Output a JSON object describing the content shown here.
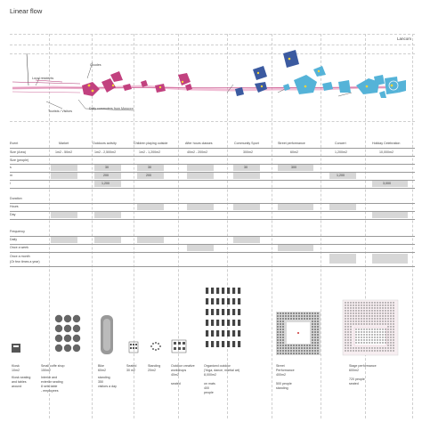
{
  "title": "Linear flow",
  "top_right_label": "Lancom",
  "map": {
    "labels": [
      "Local residents",
      "Goudes",
      "Tourists / Visitors",
      "Daily commuters from Morocco"
    ],
    "accent_pink": "#c2417f",
    "accent_navy": "#3b5aa0",
    "accent_cyan": "#55b3d8",
    "accent_yellow": "#f2d43a"
  },
  "table": {
    "row_labels": {
      "event": "Event",
      "size_area": "Size (Area)",
      "size_people": "Size (people)",
      "s": "s",
      "m": "m",
      "l": "l",
      "duration": "Duration",
      "hours": "Hours",
      "day": "Day",
      "frequency": "Frequency",
      "daily": "Daily",
      "once_week": "Once a week",
      "once_month": "Once a month",
      "once_year": "(Or few times a year)"
    },
    "columns": [
      {
        "event": "Market",
        "area": "1m2 - 50m2"
      },
      {
        "event": "Outdoors activity",
        "area": "1m2 - 2,500m2"
      },
      {
        "event": "Children playing outside",
        "area": "1m2 - 1,200m2"
      },
      {
        "event": "After hours classes",
        "area": "40m2 - 200m2"
      },
      {
        "event": "Community Sport",
        "area": "300m2"
      },
      {
        "event": "Street performance",
        "area": "60m2"
      },
      {
        "event": "Concert",
        "area": "1,200m2"
      },
      {
        "event": "Holiday Celebration",
        "area": "10,000m2"
      }
    ],
    "values": {
      "c2_s": "30",
      "c2_m": "200",
      "c2_l": "1,200",
      "c4_s": "30",
      "c4_m": "200",
      "c6_s": "30",
      "c6_m": "300",
      "c7_m": "1,200",
      "c8_l": "3,000"
    }
  },
  "bottom": {
    "kiosk": {
      "name": "Kiosk",
      "area": "10m2",
      "note1": "Kiosk seating",
      "note2": "and tables",
      "note3": "around"
    },
    "cafe": {
      "name": "Small coffe shop",
      "area": "150m2",
      "note1": "Interior and",
      "note2": "exterior seating",
      "note3": "8 sets table",
      "note4": "- employees"
    },
    "bike": {
      "name": "Bike",
      "area": "60m2",
      "note1": "standing",
      "note2": "350",
      "note3": "visitors a day"
    },
    "seated": {
      "name": "Seated",
      "area": "30 m2"
    },
    "standing": {
      "name": "Standing",
      "area": "20m2"
    },
    "workshop": {
      "name": "Outdoor creative",
      "area2": "workshops",
      "area": "40m2",
      "note1": "seated"
    },
    "sport": {
      "name": "Organized outdoor",
      "name2": "(Yoga, dance, martial art)",
      "area": "8,000m2",
      "note1": "on mats",
      "note2": "400",
      "note3": "people"
    },
    "street": {
      "name": "Street",
      "name2": "Performance",
      "area": "400m2",
      "note1": "500 people",
      "note2": "standing"
    },
    "stage": {
      "name": "Stage performance",
      "area": "600m2",
      "note1": "720 people",
      "note2": "seated"
    }
  }
}
